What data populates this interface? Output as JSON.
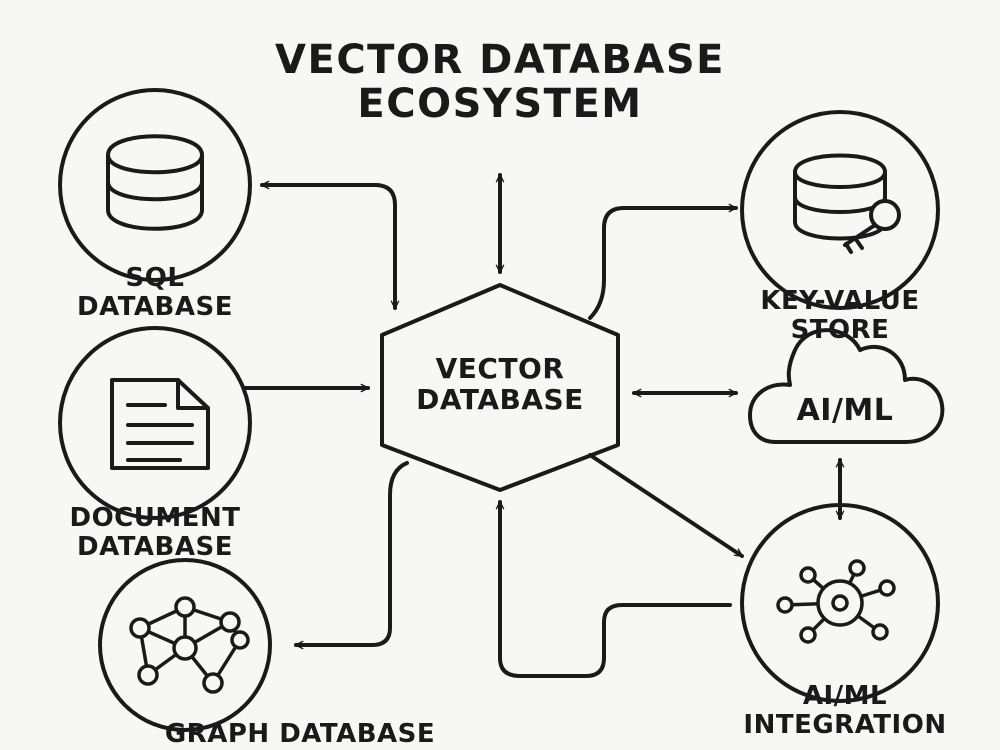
{
  "title": {
    "line1": "VECTOR DATABASE",
    "line2": "ECOSYSTEM"
  },
  "center": {
    "line1": "VECTOR",
    "line2": "DATABASE"
  },
  "nodes": {
    "sql": {
      "line1": "SQL",
      "line2": "DATABASE",
      "icon": "database-cylinder-icon"
    },
    "document": {
      "line1": "DOCUMENT",
      "line2": "DATABASE",
      "icon": "document-icon"
    },
    "graph": {
      "line1": "GRAPH DATABASE",
      "icon": "graph-network-icon"
    },
    "keyvalue": {
      "line1": "KEY-VALUE",
      "line2": "STORE",
      "icon": "database-key-icon"
    },
    "aiml_cloud": {
      "line1": "AI/ML",
      "icon": "cloud-icon"
    },
    "aiml_integration": {
      "line1": "AI/ML",
      "line2": "INTEGRATION",
      "icon": "hub-network-icon"
    }
  },
  "colors": {
    "stroke": "#1a1a1a",
    "background": "#f7f7f5"
  }
}
